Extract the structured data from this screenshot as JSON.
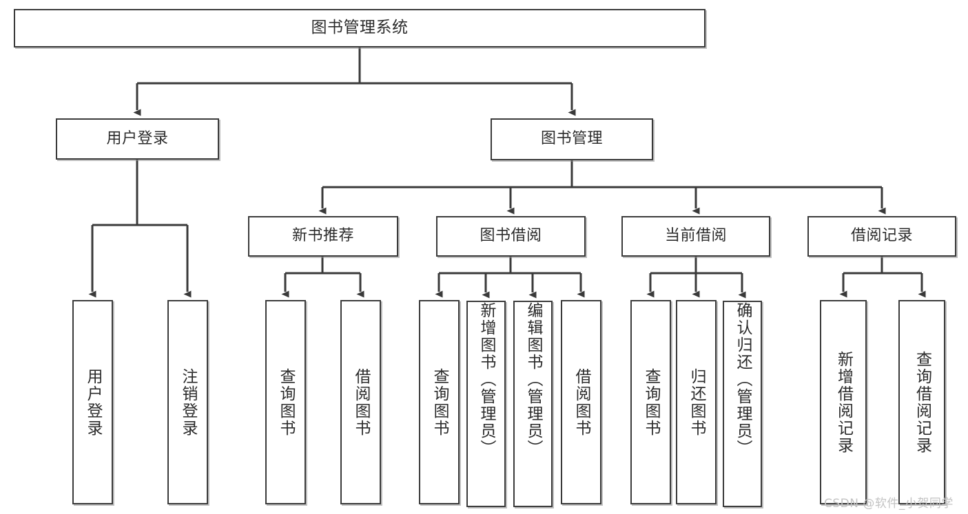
{
  "diagram": {
    "title": "图书管理系统",
    "type": "hierarchy-tree",
    "root": {
      "label": "图书管理系统"
    },
    "level2": [
      {
        "label": "用户登录"
      },
      {
        "label": "图书管理"
      }
    ],
    "level3": [
      {
        "label": "新书推荐"
      },
      {
        "label": "图书借阅"
      },
      {
        "label": "当前借阅"
      },
      {
        "label": "借阅记录"
      }
    ],
    "leaves": {
      "user_login": [
        {
          "label": "用户登录"
        },
        {
          "label": "注销登录"
        }
      ],
      "new_book_recommend": [
        {
          "label": "查询图书"
        },
        {
          "label": "借阅图书"
        }
      ],
      "book_borrow": [
        {
          "label": "查询图书"
        },
        {
          "label": "新增图书（管理员）"
        },
        {
          "label": "编辑图书（管理员）"
        },
        {
          "label": "借阅图书"
        }
      ],
      "current_borrow": [
        {
          "label": "查询图书"
        },
        {
          "label": "归还图书"
        },
        {
          "label": "确认归还（管理员）"
        }
      ],
      "borrow_record": [
        {
          "label": "新增借阅记录"
        },
        {
          "label": "查询借阅记录"
        }
      ]
    }
  },
  "watermark": {
    "text": "CSDN @软件_小贺同学"
  },
  "colors": {
    "stroke": "#3a3a3a",
    "text": "#2b2b2b",
    "background": "#ffffff",
    "watermark": "#c3c3c3"
  }
}
